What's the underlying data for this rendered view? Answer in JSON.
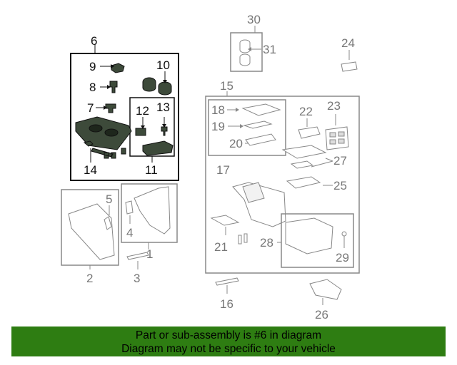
{
  "diagram": {
    "callouts": {
      "c1": "1",
      "c2": "2",
      "c3": "3",
      "c4": "4",
      "c5": "5",
      "c6": "6",
      "c7": "7",
      "c8": "8",
      "c9": "9",
      "c10": "10",
      "c11": "11",
      "c12": "12",
      "c13": "13",
      "c14": "14",
      "c15": "15",
      "c16": "16",
      "c17": "17",
      "c18": "18",
      "c19": "19",
      "c20": "20",
      "c21": "21",
      "c22": "22",
      "c23": "23",
      "c24": "24",
      "c25": "25",
      "c26": "26",
      "c27": "27",
      "c28": "28",
      "c29": "29",
      "c30": "30",
      "c31": "31"
    },
    "colors": {
      "highlight": "#3d4a3a",
      "gray": "#888888",
      "banner": "#2e7d12"
    }
  },
  "banner": {
    "line1": "Part or sub-assembly is #6 in diagram",
    "line2": "Diagram may not be specific to your vehicle"
  }
}
